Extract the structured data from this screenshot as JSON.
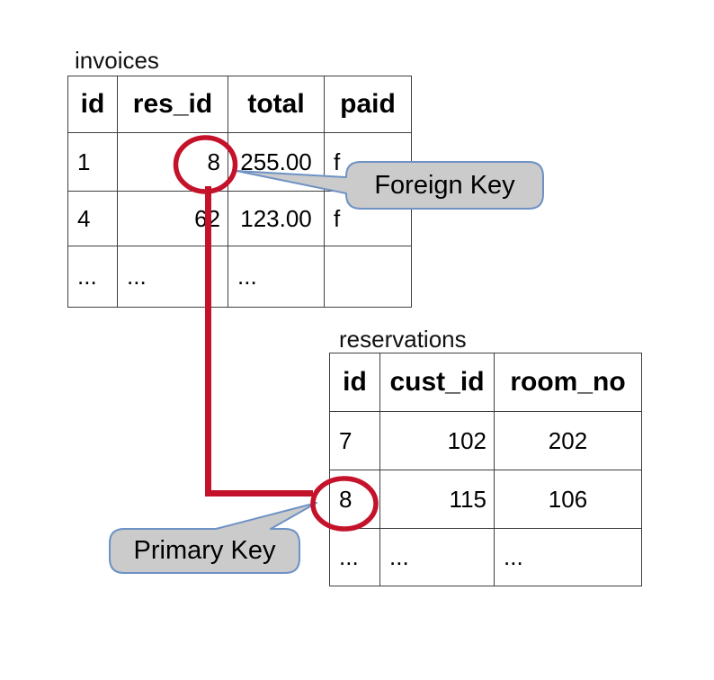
{
  "colors": {
    "highlight_red": "#c5122b",
    "callout_fill": "#cbcbcb",
    "callout_border": "#6e92c5",
    "table_border": "#3f3f3f",
    "background": "#ffffff"
  },
  "invoices": {
    "label": "invoices",
    "headers": [
      "id",
      "res_id",
      "total",
      "paid"
    ],
    "rows": [
      [
        "1",
        "8",
        "255.00",
        "f"
      ],
      [
        "4",
        "62",
        "123.00",
        "f"
      ],
      [
        "...",
        "...",
        "...",
        ""
      ]
    ]
  },
  "reservations": {
    "label": "reservations",
    "headers": [
      "id",
      "cust_id",
      "room_no"
    ],
    "rows": [
      [
        "7",
        "102",
        "202"
      ],
      [
        "8",
        "115",
        "106"
      ],
      [
        "...",
        "...",
        "..."
      ]
    ]
  },
  "callouts": {
    "foreign_key": "Foreign Key",
    "primary_key": "Primary Key"
  },
  "relationship": {
    "from": "invoices.res_id = 8",
    "to": "reservations.id = 8"
  }
}
